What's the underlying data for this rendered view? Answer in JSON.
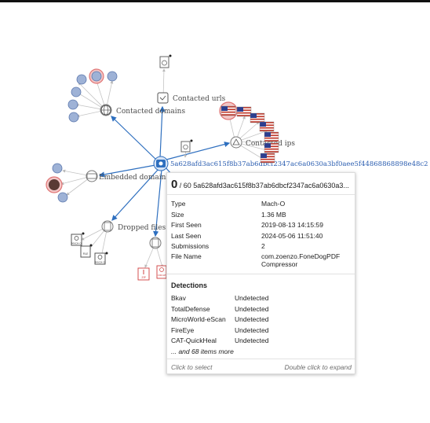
{
  "graph": {
    "labels": {
      "contacted_urls": "Contacted urls",
      "contacted_domains": "Contacted domains",
      "contacted_ips": "Contacted ips",
      "embedded_domains": "Embedded domains",
      "dropped_files": "Dropped files"
    },
    "center_hash": "5a628afd3ac615f8b37ab6dbcf2347ac6a0630a3bf0aee5f44868868898e48c2",
    "file_badges": [
      "MACH-O",
      "FILE",
      "MACH-O",
      "ZIP",
      "CIRCLE"
    ],
    "colors": {
      "edge": "#2e6fbf",
      "highlight": "#e07474",
      "node": "#8a8a8a"
    }
  },
  "tooltip": {
    "score": "0",
    "header_rest": "/ 60  5a628afd3ac615f8b37ab6dbcf2347ac6a0630a3...",
    "props": [
      {
        "k": "Type",
        "v": "Mach-O"
      },
      {
        "k": "Size",
        "v": "1.36 MB"
      },
      {
        "k": "First Seen",
        "v": "2019-08-13 14:15:59"
      },
      {
        "k": "Last Seen",
        "v": "2024-05-06 11:51:40"
      },
      {
        "k": "Submissions",
        "v": "2"
      },
      {
        "k": "File Name",
        "v": "com.zoenzo.FoneDogPDF"
      },
      {
        "k": "",
        "v": "Compressor"
      }
    ],
    "detections_title": "Detections",
    "detections": [
      {
        "name": "Bkav",
        "result": "Undetected"
      },
      {
        "name": "TotalDefense",
        "result": "Undetected"
      },
      {
        "name": "MicroWorld-eScan",
        "result": "Undetected"
      },
      {
        "name": "FireEye",
        "result": "Undetected"
      },
      {
        "name": "CAT-QuickHeal",
        "result": "Undetected"
      }
    ],
    "more": "... and 68 items more",
    "footer_left": "Click to select",
    "footer_right": "Double click to expand"
  }
}
